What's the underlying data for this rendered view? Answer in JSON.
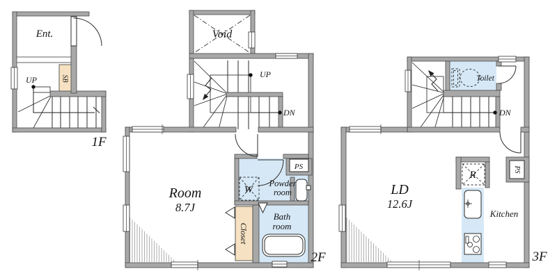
{
  "title": "3-story house floor plan",
  "colors": {
    "wall": "#a8a8a8",
    "wall_edge": "#474747",
    "water_fixture_blue": "#d6e8f6",
    "wood_beige": "#f6e2c2",
    "line": "#2b2b2b",
    "background": "#ffffff"
  },
  "floors": {
    "f1": {
      "label": "1F",
      "entrance": "Ent.",
      "shoe_box": "SB",
      "up": "UP"
    },
    "f2": {
      "label": "2F",
      "void": "Void",
      "up": "UP",
      "dn": "DN",
      "room": "Room",
      "room_size": "8.7J",
      "washer": "W",
      "powder_line1": "Powder",
      "powder_line2": "room",
      "pipe_space": "PS",
      "closet": "Closet",
      "bath_line1": "Bath",
      "bath_line2": "room"
    },
    "f3": {
      "label": "3F",
      "dn": "DN",
      "toilet": "Toilet",
      "living_dining": "LD",
      "living_dining_size": "12.6J",
      "fridge": "R",
      "kitchen": "Kitchen",
      "pipe_space": "PS"
    }
  }
}
